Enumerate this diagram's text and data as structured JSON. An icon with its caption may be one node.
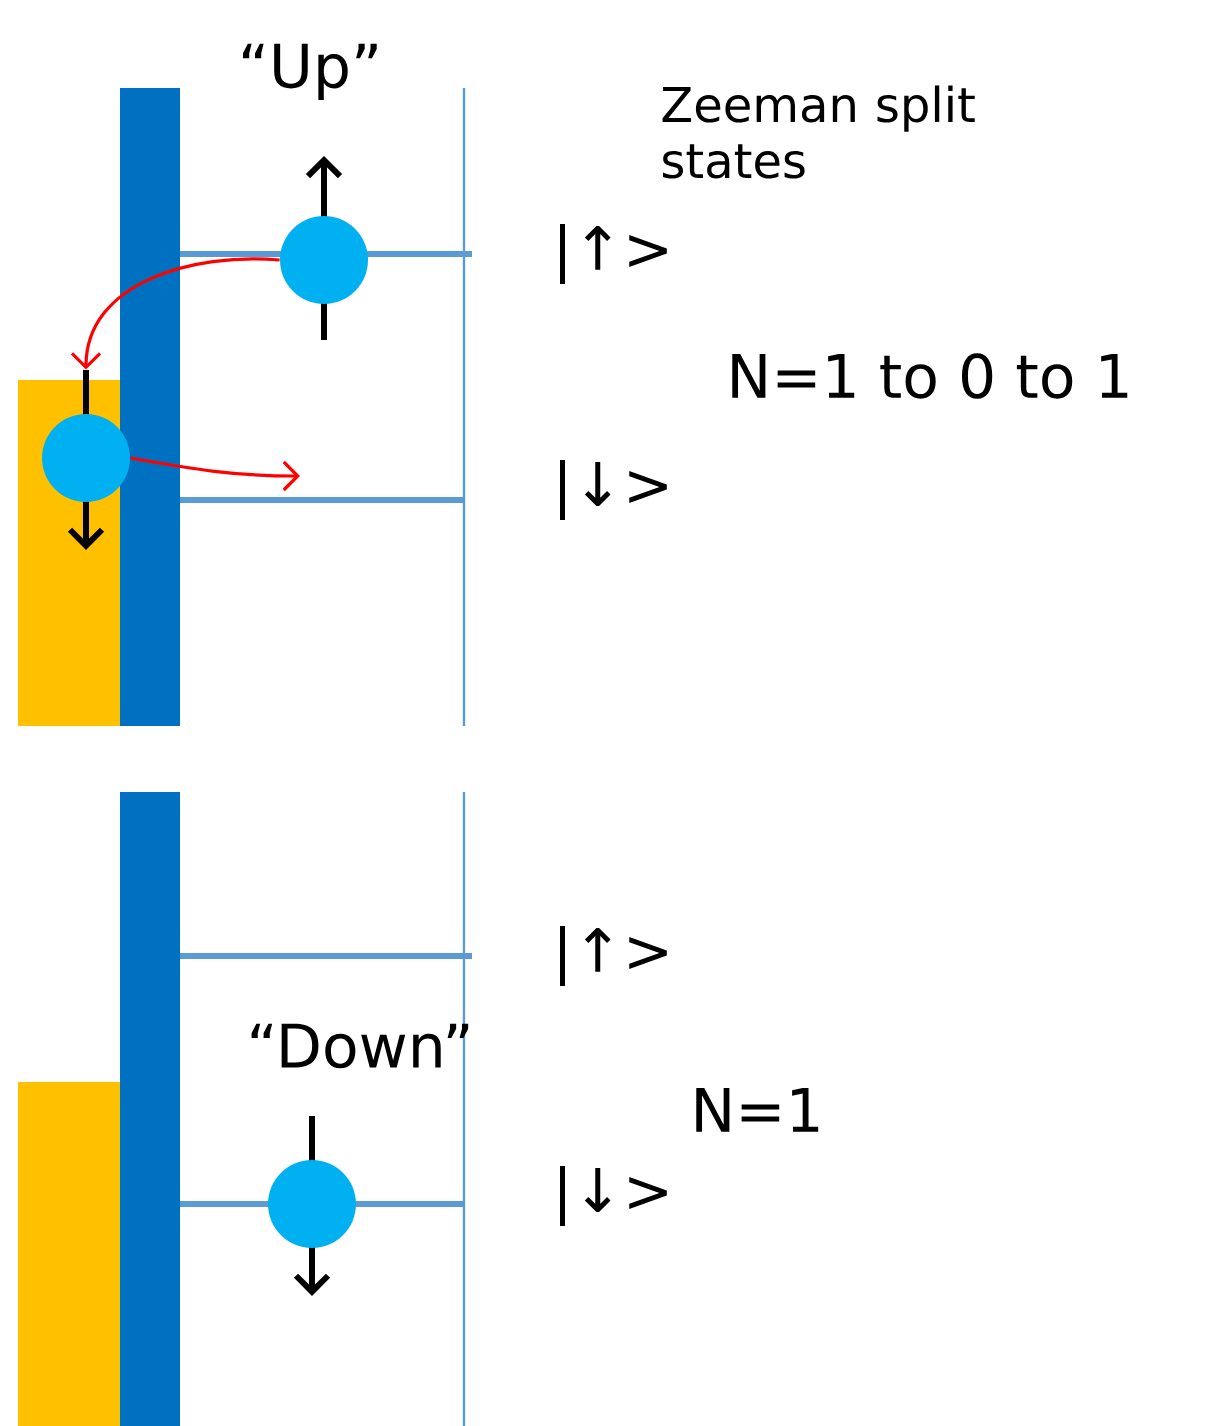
{
  "diagram": {
    "nodes": [
      {
        "text": [],
        "shape": "circle"
      },
      {
        "text": [],
        "shape": "circle"
      },
      {
        "text": [],
        "shape": "circle"
      }
    ],
    "edges": [
      {
        "from": 0,
        "to": 1,
        "arrow": "to",
        "color": "#ff0000"
      },
      {
        "from": 1,
        "to": null,
        "arrow": "to",
        "color": "#ff0000"
      }
    ],
    "labels": [
      "“Up”",
      "Zeeman split states",
      "|↑>",
      "N=1 to 0 to 1",
      "|↓>",
      "|↑>",
      "“Down”",
      "N=1",
      "|↓>"
    ]
  }
}
